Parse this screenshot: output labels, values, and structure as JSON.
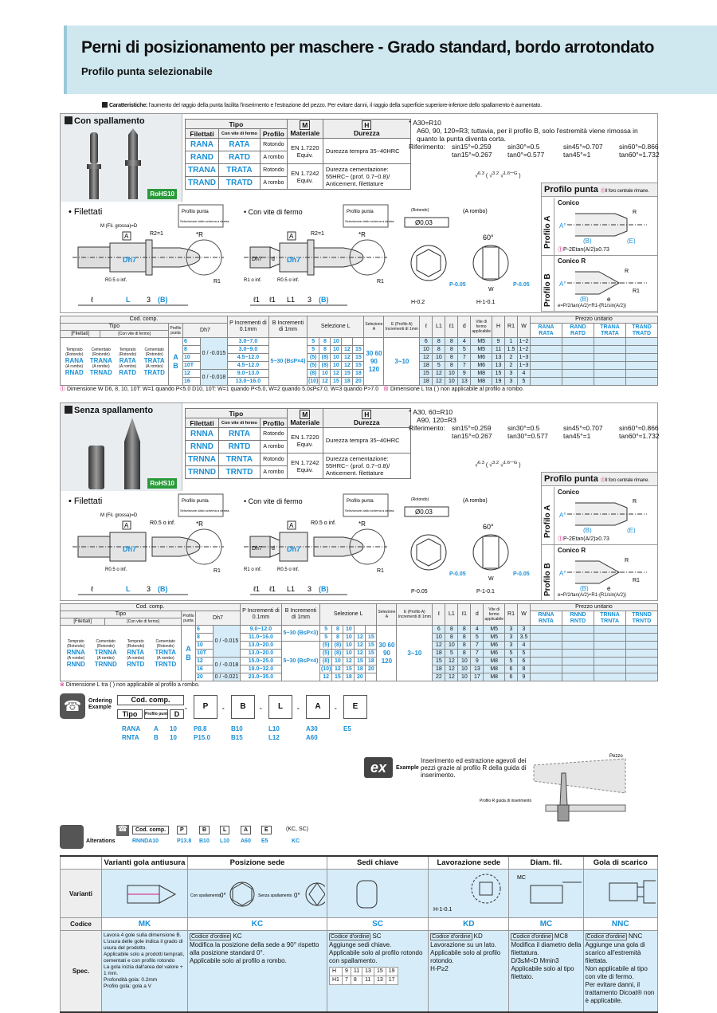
{
  "header": {
    "title": "Perni di posizionamento per maschere - Grado standard, bordo arrotondato",
    "subtitle": "Profilo punta selezionabile"
  },
  "features": {
    "label": "Caratteristiche:",
    "text": "l'aumento del raggio della punta facilita l'inserimento e l'estrazione del pezzo. Per evitare danni, il raggio della superficie superiore-inferiore dello spallamento è aumentato."
  },
  "sections": [
    {
      "heading": "Con spallamento",
      "rohs": "RoHS10",
      "type_table": {
        "h_tipo": "Tipo",
        "h_filettati": "Filettati",
        "h_vite": "Con vite di fermo",
        "h_profilo": "Profilo",
        "m_icon": "M",
        "h_materiale": "Materiale",
        "h_icon": "H",
        "h_durezza": "Durezza",
        "rows": [
          [
            "RANA",
            "RATA",
            "Rotondo"
          ],
          [
            "RAND",
            "RATD",
            "A rombo"
          ],
          [
            "TRANA",
            "TRATA",
            "Rotondo"
          ],
          [
            "TRAND",
            "TRATD",
            "A rombo"
          ]
        ],
        "materials": [
          "EN 1.7220 Equiv.",
          "EN 1.7242 Equiv."
        ],
        "hardness": [
          "Durezza tempra 35~40HRC",
          "Durezza cementazione: 55HRC~ (prof. 0.7~0.8)/ Anticement. filettature"
        ]
      },
      "notes": [
        "* A30=R10",
        "A60, 90, 120=R3; tuttavia, per il profilo B, solo l'estremità viene rimossa in quanto la punta diventa corta."
      ],
      "ref_label": "Riferimento:",
      "ref": [
        "sin15°≈0.259",
        "sin30°=0.5",
        "sin45°≈0.707",
        "sin60°≈0.866",
        "tan15°≈0.267",
        "tan0°=0.577",
        "tan45°=1",
        "tan60°≈1.732"
      ],
      "drawings": {
        "filettati": "• Filettati",
        "vite": "• Con vite di fermo",
        "profilo_punta": "Profilo punta",
        "seleziona": "Selezionare dallo schema a destra.",
        "thread": "M (Fil. grossa)=D",
        "r2": "R2=1",
        "r": "*R",
        "r05": "R0.5 o inf.",
        "r1inf": "R1 o inf.",
        "dh7": "Dh7",
        "l": "ℓ",
        "L": "L",
        "three": "3",
        "B": "(B)",
        "l1": "ℓ1",
        "L1": "L1",
        "d": "d",
        "A": "A",
        "R1": "R1",
        "rotondo": "(Rotondo)",
        "rombo": "(A rombo)",
        "tol": "Ø0.03",
        "deg60": "60°",
        "H": "H-0.2",
        "P": "P-0.05",
        "W": "W",
        "H1": "H-1-0.1"
      }
    },
    {
      "heading": "Senza spallamento",
      "rohs": "RoHS10",
      "type_table": {
        "h_tipo": "Tipo",
        "h_filettati": "Filettati",
        "h_vite": "Con vite di fermo",
        "h_profilo": "Profilo",
        "m_icon": "M",
        "h_materiale": "Materiale",
        "h_icon": "H",
        "h_durezza": "Durezza",
        "rows": [
          [
            "RNNA",
            "RNTA",
            "Rotondo"
          ],
          [
            "RNND",
            "RNTD",
            "A rombo"
          ],
          [
            "TRNNA",
            "TRNTA",
            "Rotondo"
          ],
          [
            "TRNND",
            "TRNTD",
            "A rombo"
          ]
        ],
        "materials": [
          "EN 1.7220 Equiv.",
          "EN 1.7242 Equiv."
        ],
        "hardness": [
          "Durezza tempra 35~40HRC",
          "Durezza cementazione: 55HRC~ (prof. 0.7~0.8)/ Anticement. filettature"
        ]
      },
      "notes": [
        "* A30, 60=R10",
        "A90, 120=R3"
      ],
      "ref_label": "Riferimento:",
      "ref": [
        "sin15°≈0.259",
        "sin30°=0.5",
        "sin45°≈0.707",
        "sin60°≈0.866",
        "tan15°≈0.267",
        "tan30°=0.577",
        "tan45°=1",
        "tan60°≈1.732"
      ],
      "drawings": {
        "filettati": "• Filettati",
        "vite": "• Con vite di fermo",
        "profilo_punta": "Profilo punta",
        "seleziona": "Selezionare dallo schema a destra.",
        "thread": "M (Fil. grossa)=D",
        "r2": "R0.5 o inf.",
        "r": "*R",
        "r05": "R0.5 o inf.",
        "r1inf": "R1 o inf.",
        "dh7": "Dh7",
        "l": "ℓ",
        "L": "L",
        "three": "3",
        "B": "(B)",
        "l1": "ℓ1",
        "L1": "L1",
        "d": "d",
        "A": "A",
        "R1": "R1",
        "rotondo": "(Rotondo)",
        "rombo": "(A rombo)",
        "tol": "Ø0.03",
        "deg60": "60°",
        "H": "P-0.05",
        "P": "P-0.05",
        "W": "W",
        "H1": "P-1-0.1"
      }
    }
  ],
  "profile_panel": {
    "title": "Profilo punta",
    "note": "Il foro centrale rimane.",
    "a_label": "Profilo A",
    "a_name": "Conico",
    "a_formula": "P-2Etan(A/2)≥0.73",
    "b_label": "Profilo B",
    "b_name": "Conico R",
    "b_formula": "e=P/2/tan(A/2)+R1-{R1/sin(A/2)}",
    "R": "R",
    "R1": "R1",
    "B": "(B)",
    "E": "(E)",
    "e": "e",
    "A": "A°"
  },
  "roughness": [
    "6.3",
    "3.2",
    "1.6",
    "G"
  ],
  "spec1": {
    "h": {
      "cod": "Cod. comp.",
      "tipo": "Tipo",
      "filettati": "[Filettati]",
      "vite": "[Con vite di fermo]",
      "profilo": "Profilo punta",
      "D": "Dh7",
      "P": "P Incrementi di 0.1mm",
      "B": "B Incrementi di 1mm",
      "L": "Selezione L",
      "A": "Selezione A",
      "E": "E (Profilo A) Incrementi di 1mm",
      "l": "ℓ",
      "L1": "L1",
      "l1": "ℓ1",
      "d": "d",
      "vite_app": "Vite di fermo applicabile",
      "H": "H",
      "R1": "R1",
      "W": "W",
      "prezzo": "Prezzo unitario"
    },
    "tipo_text": [
      "Temprato (Rotondo)",
      "Cementato (Rotondo)",
      "Temprato (Rotondo)",
      "Cementato (Rotondo)"
    ],
    "tipo_codes_a": [
      "RANA",
      "TRANA",
      "RATA",
      "TRATA"
    ],
    "tipo_codes_b": [
      "RNAD",
      "TRNAD",
      "RATD",
      "TRATD"
    ],
    "tipo_text_b": [
      "(A rombo)",
      "(A rombo)",
      "(A rombo)",
      "(A rombo)"
    ],
    "profiles": "A B",
    "price_cols": [
      [
        "RANA",
        "RATA"
      ],
      [
        "RAND",
        "RATD"
      ],
      [
        "TRANA",
        "TRATA"
      ],
      [
        "TRAND",
        "TRATD"
      ]
    ],
    "tol": [
      {
        "v": "0 / -0.015",
        "n": 4
      },
      {
        "v": "0 / -0.018",
        "n": 2
      }
    ],
    "B": [
      {
        "v": "5~30 (B≤P×4)",
        "n": 6
      }
    ],
    "A": "30 60 90 120",
    "E": "3~10",
    "rows": [
      [
        "6",
        "3.0~7.0",
        "5 8 10",
        "6",
        "8",
        "8",
        "4",
        "M5",
        "9",
        "1",
        "1~2"
      ],
      [
        "8",
        "3.0~9.0",
        "5 8 10 12 15",
        "10",
        "8",
        "8",
        "5",
        "M5",
        "11",
        "1.5",
        "1~2"
      ],
      [
        "10",
        "4.5~12.0",
        "(5) (8) 10 12 15",
        "12",
        "10",
        "8",
        "7",
        "M6",
        "13",
        "2",
        "1~3"
      ],
      [
        "10T",
        "4.5~12.0",
        "(5) (8) 10 12 15",
        "18",
        "5",
        "8",
        "7",
        "M6",
        "13",
        "2",
        "1~3"
      ],
      [
        "12",
        "9.0~13.0",
        "(8) 10 12 15 18",
        "15",
        "12",
        "10",
        "9",
        "M8",
        "15",
        "3",
        "4"
      ],
      [
        "16",
        "13.0~16.0",
        "(10) 12 15 18 20",
        "18",
        "12",
        "10",
        "13",
        "M8",
        "19",
        "3",
        "5"
      ]
    ],
    "note_w": "Dimensione W   D6, 8, 10, 10T: W=1 quando P<5.0   D10, 10T: W=1 quando P<5.0, W=2 quando 5.0≤P≤7.0, W=3 quando P>7.0",
    "note_l": "Dimensione L tra ( ) non applicabile al profilo a rombo."
  },
  "spec2": {
    "tipo_text": [
      "Temprato (Rotondo)",
      "Cementato (Rotondo)",
      "Temprato (Rotondo)",
      "Cementato (Rotondo)"
    ],
    "tipo_codes_a": [
      "RNNA",
      "TRNNA",
      "RNTA",
      "TRNTA"
    ],
    "tipo_codes_b": [
      "RNND",
      "TRNND",
      "RNTD",
      "TRNTD"
    ],
    "tipo_text_b": [
      "(A rombo)",
      "(A rombo)",
      "(A rombo)",
      "(A rombo)"
    ],
    "price_cols": [
      [
        "RNNA",
        "RNTA"
      ],
      [
        "RNND",
        "RNTD"
      ],
      [
        "TRNNA",
        "TRNTA"
      ],
      [
        "TRNND",
        "TRNTD"
      ]
    ],
    "tol": [
      {
        "v": "0 / -0.015",
        "n": 4
      },
      {
        "v": "0 / -0.018",
        "n": 2
      },
      {
        "v": "0 / -0.021",
        "n": 1
      }
    ],
    "B": [
      {
        "v": "5~30 (B≤P×3)",
        "n": 2
      },
      {
        "v": "5~30 (B≤P×4)",
        "n": 5
      }
    ],
    "A": "30 60 90 120",
    "E": "3~10",
    "rows": [
      [
        "6",
        "9.0~12.0",
        "5 8 10",
        "6",
        "8",
        "8",
        "4",
        "M5",
        "3",
        "3"
      ],
      [
        "8",
        "11.0~16.0",
        "5 8 10 12 15",
        "10",
        "8",
        "8",
        "5",
        "M5",
        "3",
        "3.5"
      ],
      [
        "10",
        "13.0~20.0",
        "(5) (8) 10 12 15",
        "12",
        "10",
        "8",
        "7",
        "M6",
        "3",
        "4"
      ],
      [
        "10T",
        "13.0~20.0",
        "(5) (8) 10 12 15",
        "18",
        "5",
        "8",
        "7",
        "M6",
        "5",
        "5"
      ],
      [
        "12",
        "15.0~25.0",
        "(8) 10 12 15 18",
        "15",
        "12",
        "10",
        "9",
        "M8",
        "5",
        "6"
      ],
      [
        "16",
        "19.0~32.0",
        "(10) 12 15 18 20",
        "18",
        "12",
        "10",
        "13",
        "M8",
        "6",
        "8"
      ],
      [
        "20",
        "23.0~35.0",
        "12 15 18 20",
        "22",
        "12",
        "10",
        "17",
        "M8",
        "6",
        "9"
      ]
    ],
    "note_l": "Dimensione L tra ( ) non applicabile al profilo a rombo."
  },
  "ordering": {
    "label": "Ordering Example",
    "cod": "Cod. comp.",
    "tipo": "Tipo",
    "profilo": "Profilo punta",
    "cols": [
      "D",
      "P",
      "B",
      "L",
      "A",
      "E"
    ],
    "examples": [
      [
        "RANA",
        "A",
        "10",
        "P8.8",
        "B10",
        "L10",
        "A30",
        "E5"
      ],
      [
        "RNTA",
        "B",
        "10",
        "P15.0",
        "B15",
        "L12",
        "A60",
        ""
      ]
    ]
  },
  "example": {
    "badge": "ex",
    "label": "Example",
    "text": "Inserimento ed estrazione agevoli dei pezzi grazie al profilo R della guida di inserimento.",
    "pezzo": "Pezzo",
    "guide": "Profilo R guida di inserimento"
  },
  "alterations": {
    "label": "Alterations",
    "cols": [
      "Cod. comp.",
      "P",
      "B",
      "L",
      "A",
      "E",
      "(KC, SC)"
    ],
    "values": [
      "RNNDA10",
      "P13.8",
      "B10",
      "L10",
      "A60",
      "E5",
      "KC"
    ]
  },
  "variants": {
    "row_labels": [
      "Varianti",
      "Codice",
      "Spec."
    ],
    "order_code": "Codice d'ordine",
    "items": [
      {
        "title": "Varianti gola antiusura",
        "code": "MK",
        "lines": [
          "Lavora 4 gole sulla dimensione B.",
          "L'usura delle gole indica il grado di usura del prodotto.",
          "Applicabile solo a prodotti temprati, cementati e con profilo rotondo",
          "La gola inizia dall'area del valore + 1 mm.",
          "Profondità gola: 0.2mm",
          "Profilo gola: gola a V"
        ]
      },
      {
        "title": "Posizione sede",
        "code": "KC",
        "order": "KC",
        "lines": [
          "Modifica la posizione della sede a 90° rispetto alla posizione standard 0°.",
          "Applicabile solo al profilo a rombo."
        ],
        "img": [
          "Con spallamento",
          "0°",
          "Senza spallamento",
          "0°"
        ]
      },
      {
        "title": "Sedi chiave",
        "code": "SC",
        "order": "SC",
        "lines": [
          "Aggiunge sedi chiave.",
          "Applicabile solo al profilo rotondo con spallamento."
        ],
        "table": [
          [
            "H",
            "9",
            "11",
            "13",
            "15",
            "19"
          ],
          [
            "H1",
            "7",
            "8",
            "11",
            "13",
            "17"
          ]
        ]
      },
      {
        "title": "Lavorazione sede",
        "code": "KD",
        "order": "KD",
        "lines": [
          "Lavorazione su un lato.",
          "Applicabile solo al profilo rotondo.",
          "H-P≥2"
        ],
        "img": [
          "H-1-0.1"
        ]
      },
      {
        "title": "Diam. fil.",
        "code": "MC",
        "order": "MC8",
        "lines": [
          "Modifica il diametro della filettatura.",
          "D/3≤M<D Mmin3",
          "Applicabile solo al tipo filettato."
        ],
        "img": [
          "MC"
        ]
      },
      {
        "title": "Gola di scarico",
        "code": "NNC",
        "order": "NNC",
        "lines": [
          "Aggiunge una gola di scarico all'estremità filettata.",
          "Non applicabile al tipo con vite di fermo.",
          "Per evitare danni, il trattamento Dicoat® non è applicabile."
        ]
      }
    ]
  }
}
